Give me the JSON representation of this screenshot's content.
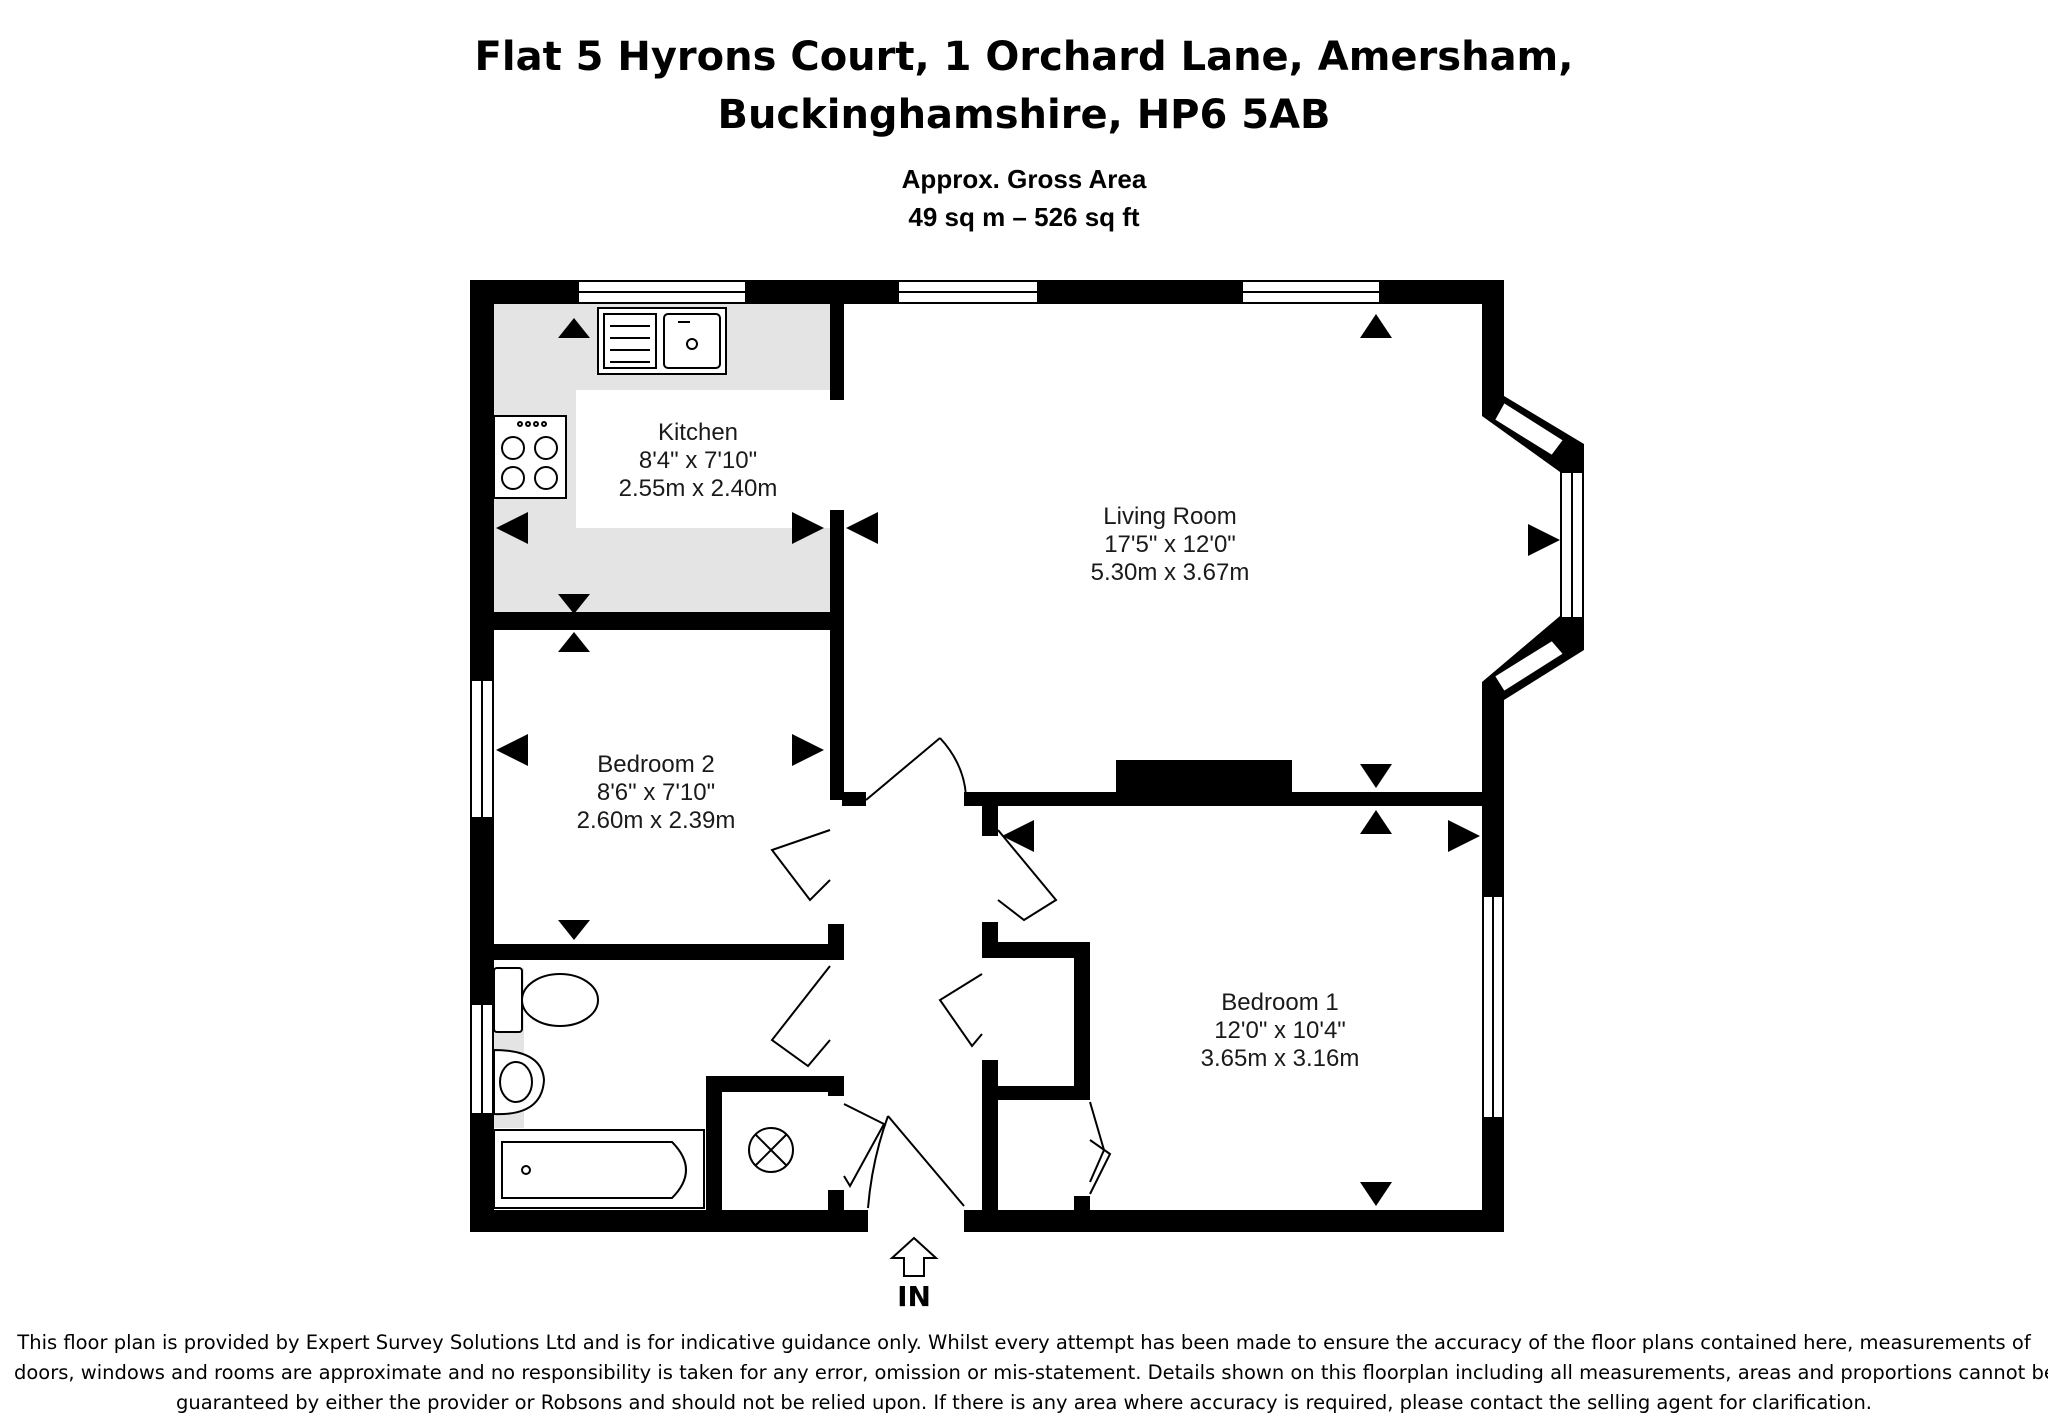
{
  "header": {
    "title_line1": "Flat 5 Hyrons Court, 1 Orchard Lane, Amersham,",
    "title_line2": "Buckinghamshire, HP6 5AB",
    "area_label": "Approx. Gross Area",
    "area_value": "49 sq m – 526 sq ft"
  },
  "rooms": {
    "kitchen": {
      "name": "Kitchen",
      "imperial": "8'4\"  x 7'10\"",
      "metric": "2.55m  x 2.40m"
    },
    "living_room": {
      "name": "Living Room",
      "imperial": "17'5\"  x 12'0\"",
      "metric": "5.30m  x 3.67m"
    },
    "bedroom2": {
      "name": "Bedroom 2",
      "imperial": "8'6\"  x 7'10\"",
      "metric": "2.60m  x 2.39m"
    },
    "bedroom1": {
      "name": "Bedroom 1",
      "imperial": "12'0\"  x 10'4\"",
      "metric": "3.65m  x 3.16m"
    }
  },
  "entrance": {
    "label": "IN"
  },
  "disclaimer": {
    "line1": "This floor plan is provided by Expert Survey Solutions Ltd and is for indicative guidance only. Whilst every attempt has been made to ensure the accuracy of the floor plans contained here, measurements of",
    "line2": "doors, windows and rooms are approximate and no responsibility is taken for any error, omission or mis-statement. Details shown on this floorplan including all measurements, areas and proportions cannot be",
    "line3": "guaranteed by either the provider or Robsons and should not be relied upon.  If there is any area where accuracy is required, please contact the selling agent for clarification."
  },
  "colors": {
    "wall": "#000000",
    "tiled_floor": "#e4e4e4",
    "background": "#ffffff"
  }
}
